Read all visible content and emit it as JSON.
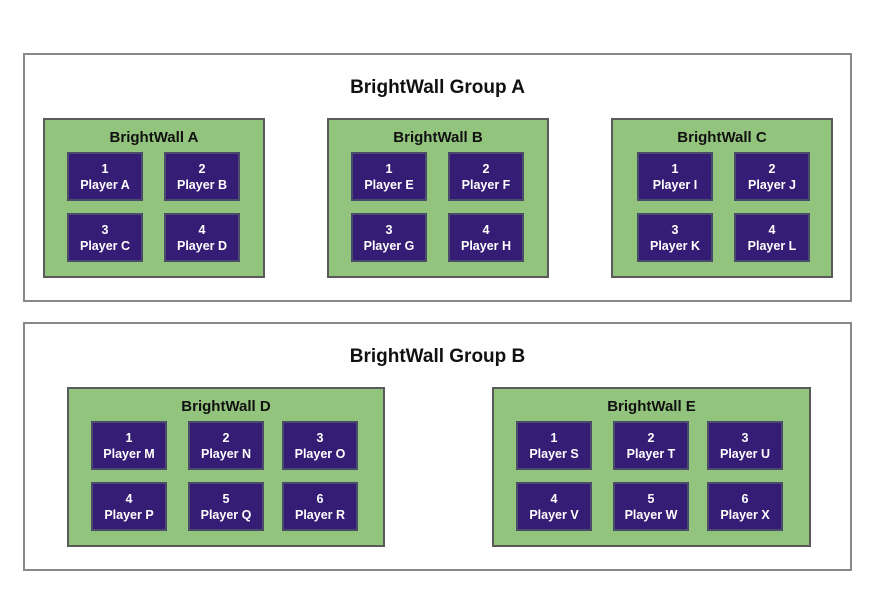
{
  "groups": [
    {
      "title": "BrightWall Group A",
      "walls": [
        {
          "title": "BrightWall A",
          "players": [
            {
              "num": "1",
              "name": "Player A"
            },
            {
              "num": "2",
              "name": "Player B"
            },
            {
              "num": "3",
              "name": "Player C"
            },
            {
              "num": "4",
              "name": "Player D"
            }
          ]
        },
        {
          "title": "BrightWall B",
          "players": [
            {
              "num": "1",
              "name": "Player E"
            },
            {
              "num": "2",
              "name": "Player F"
            },
            {
              "num": "3",
              "name": "Player G"
            },
            {
              "num": "4",
              "name": "Player H"
            }
          ]
        },
        {
          "title": "BrightWall C",
          "players": [
            {
              "num": "1",
              "name": "Player I"
            },
            {
              "num": "2",
              "name": "Player J"
            },
            {
              "num": "3",
              "name": "Player K"
            },
            {
              "num": "4",
              "name": "Player L"
            }
          ]
        }
      ]
    },
    {
      "title": "BrightWall Group B",
      "walls": [
        {
          "title": "BrightWall D",
          "players": [
            {
              "num": "1",
              "name": "Player M"
            },
            {
              "num": "2",
              "name": "Player N"
            },
            {
              "num": "3",
              "name": "Player O"
            },
            {
              "num": "4",
              "name": "Player P"
            },
            {
              "num": "5",
              "name": "Player Q"
            },
            {
              "num": "6",
              "name": "Player R"
            }
          ]
        },
        {
          "title": "BrightWall E",
          "players": [
            {
              "num": "1",
              "name": "Player S"
            },
            {
              "num": "2",
              "name": "Player T"
            },
            {
              "num": "3",
              "name": "Player U"
            },
            {
              "num": "4",
              "name": "Player V"
            },
            {
              "num": "5",
              "name": "Player W"
            },
            {
              "num": "6",
              "name": "Player X"
            }
          ]
        }
      ]
    }
  ]
}
